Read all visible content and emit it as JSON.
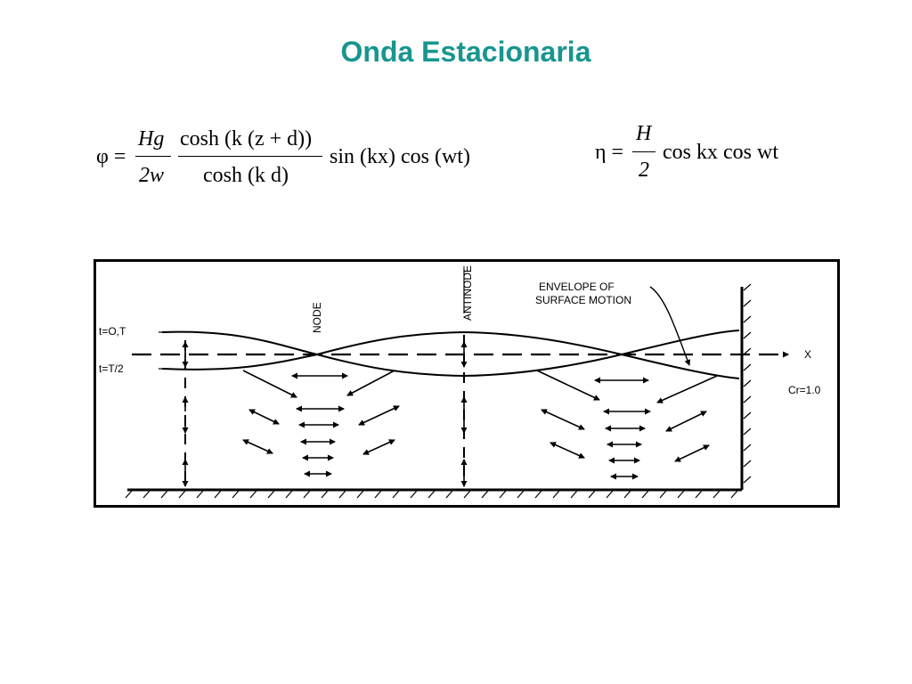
{
  "title": "Onda Estacionaria",
  "colors": {
    "title": "#17968f",
    "ink": "#000000"
  },
  "potential_equation": {
    "lhs": "φ =",
    "coef_num": "Hg",
    "coef_den": "2w",
    "ratio_num": "cosh (k (z + d))",
    "ratio_den": "cosh (k  d)",
    "tail": "sin (kx) cos (wt)"
  },
  "surface_equation": {
    "lhs": "η =",
    "num": "H",
    "den": "2",
    "rhs": "cos kx  cos wt"
  },
  "diagram": {
    "labels": {
      "t_zero": "t=O,T",
      "t_half": "t=T/2",
      "node": "NODE",
      "antinode": "ANTINODE",
      "envelope_line1": "ENVELOPE OF",
      "envelope_line2": "SURFACE MOTION",
      "x_axis": "X",
      "cr": "Cr=1.0"
    }
  }
}
